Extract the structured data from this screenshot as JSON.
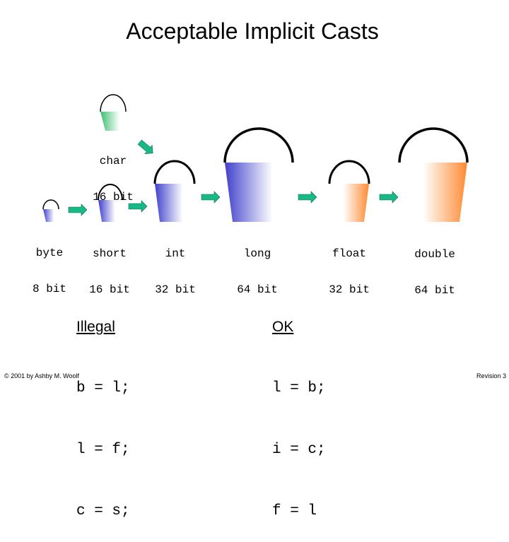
{
  "title": "Acceptable Implicit Casts",
  "buckets": {
    "char": {
      "name": "char",
      "bits": "16 bit"
    },
    "byte": {
      "name": "byte",
      "bits": "8 bit"
    },
    "short": {
      "name": "short",
      "bits": "16 bit"
    },
    "int": {
      "name": "int",
      "bits": "32 bit"
    },
    "long": {
      "name": "long",
      "bits": "64 bit"
    },
    "float": {
      "name": "float",
      "bits": "32 bit"
    },
    "double": {
      "name": "double",
      "bits": "64 bit"
    }
  },
  "colors": {
    "integer": "#3a3ad0",
    "char": "#3bbf6f",
    "floating": "#ff8a33",
    "arrow": "#19b887"
  },
  "illegal": {
    "header": "Illegal",
    "lines": [
      "b = l;",
      "l = f;",
      "c = s;"
    ]
  },
  "ok": {
    "header": "OK",
    "lines": [
      "l = b;",
      "i = c;",
      "f = l"
    ]
  },
  "footer_left": "© 2001 by Ashby M. Woolf",
  "footer_right": "Revision 3"
}
